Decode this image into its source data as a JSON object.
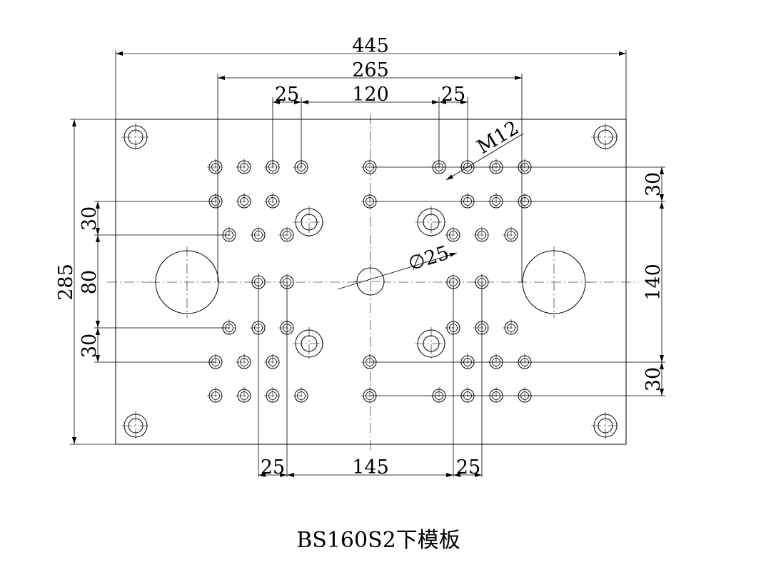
{
  "drawing": {
    "title": "BS160S2下模板",
    "plate_width": "445",
    "plate_height": "285",
    "span_265": "265",
    "span_120": "120",
    "span_25_top_left": "25",
    "span_25_top_right": "25",
    "span_145": "145",
    "span_25_bottom_left": "25",
    "span_25_bottom_right": "25",
    "left_30_top": "30",
    "left_80": "80",
    "left_30_bottom": "30",
    "right_30_top": "30",
    "right_140": "140",
    "right_30_bottom": "30",
    "thread_label": "M12",
    "center_hole_label": "∅25"
  }
}
